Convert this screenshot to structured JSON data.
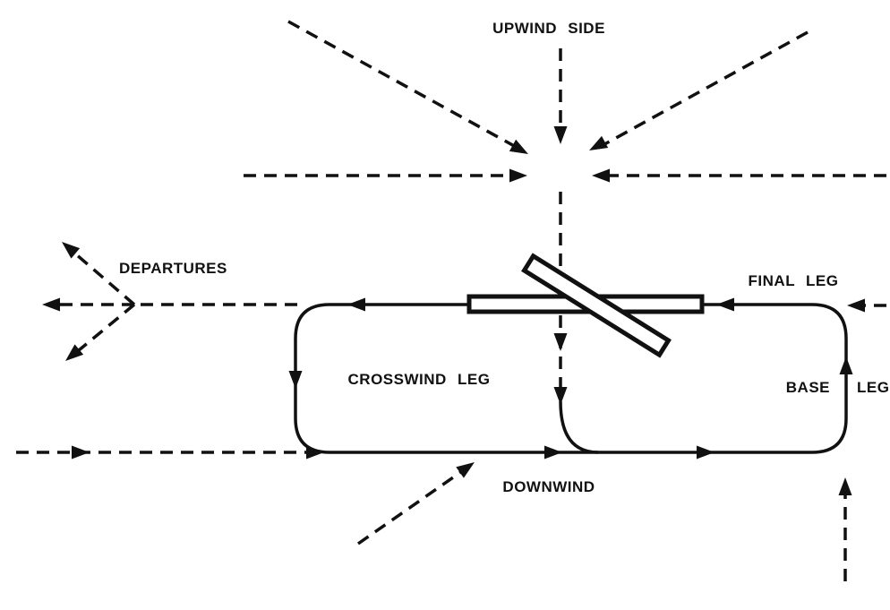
{
  "diagram": {
    "type": "airport-traffic-pattern",
    "labels": {
      "upwind_side": "UPWIND SIDE",
      "departures": "DEPARTURES",
      "final_leg": "FINAL LEG",
      "crosswind_leg": "CROSSWIND LEG",
      "base_word": "BASE",
      "leg_word": "LEG",
      "downwind": "DOWNWIND"
    },
    "colors": {
      "ink": "#111111",
      "background": "#ffffff"
    },
    "line_styles": {
      "entry_and_departure_paths": "dashed",
      "traffic_pattern_legs": "solid"
    }
  }
}
